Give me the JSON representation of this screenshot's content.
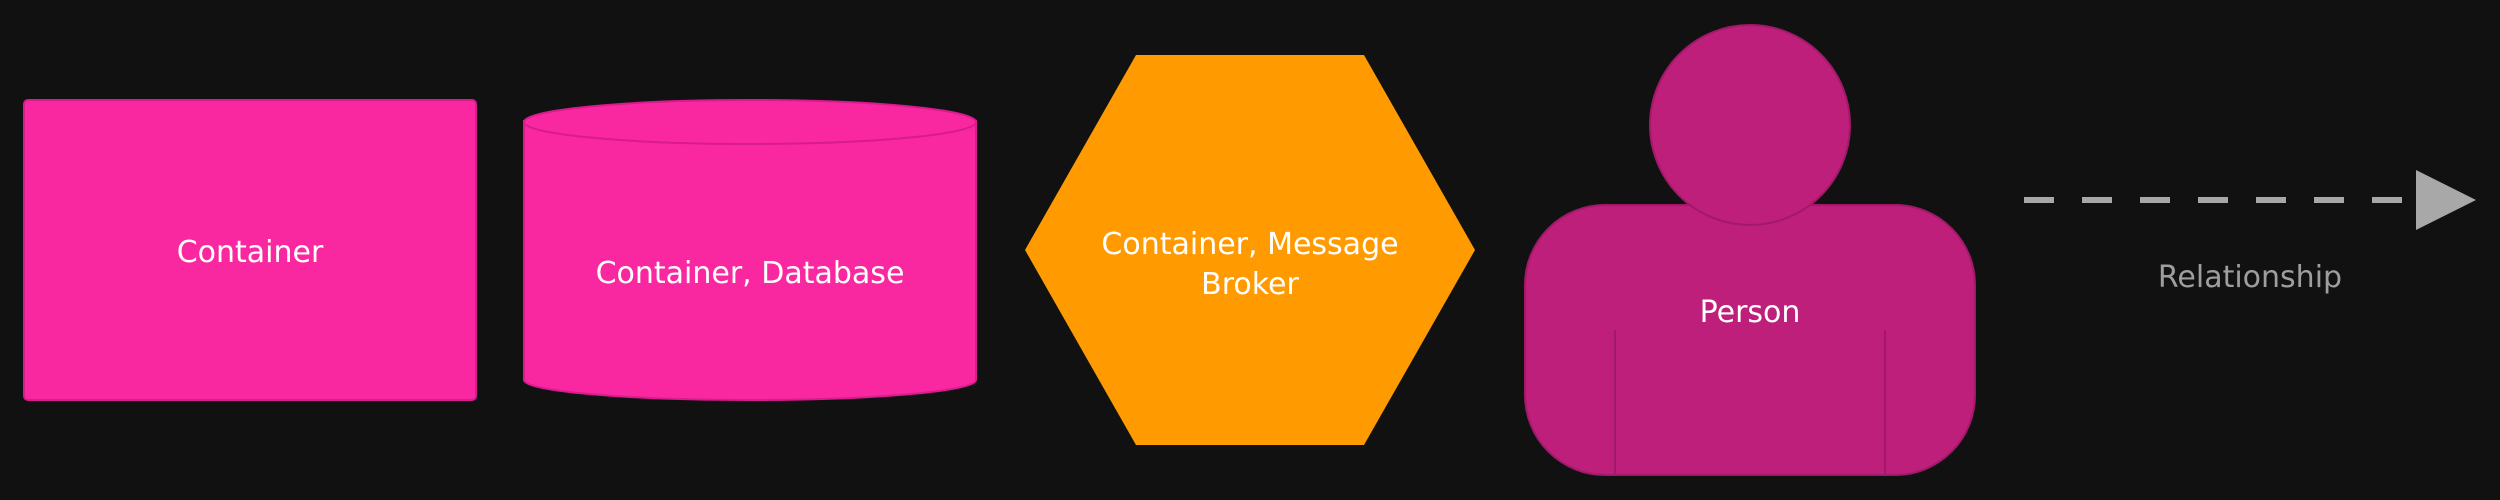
{
  "legend": {
    "container": {
      "label": "Container",
      "color": "#FA28A0"
    },
    "database": {
      "label": "Container, Database",
      "color": "#FA28A0"
    },
    "message_broker": {
      "label_line1": "Container, Message",
      "label_line2": "Broker",
      "color": "#FF9A00"
    },
    "person": {
      "label": "Person",
      "color": "#BD1F7A"
    },
    "relationship": {
      "label": "Relationship",
      "color": "#A8A8A8"
    }
  }
}
